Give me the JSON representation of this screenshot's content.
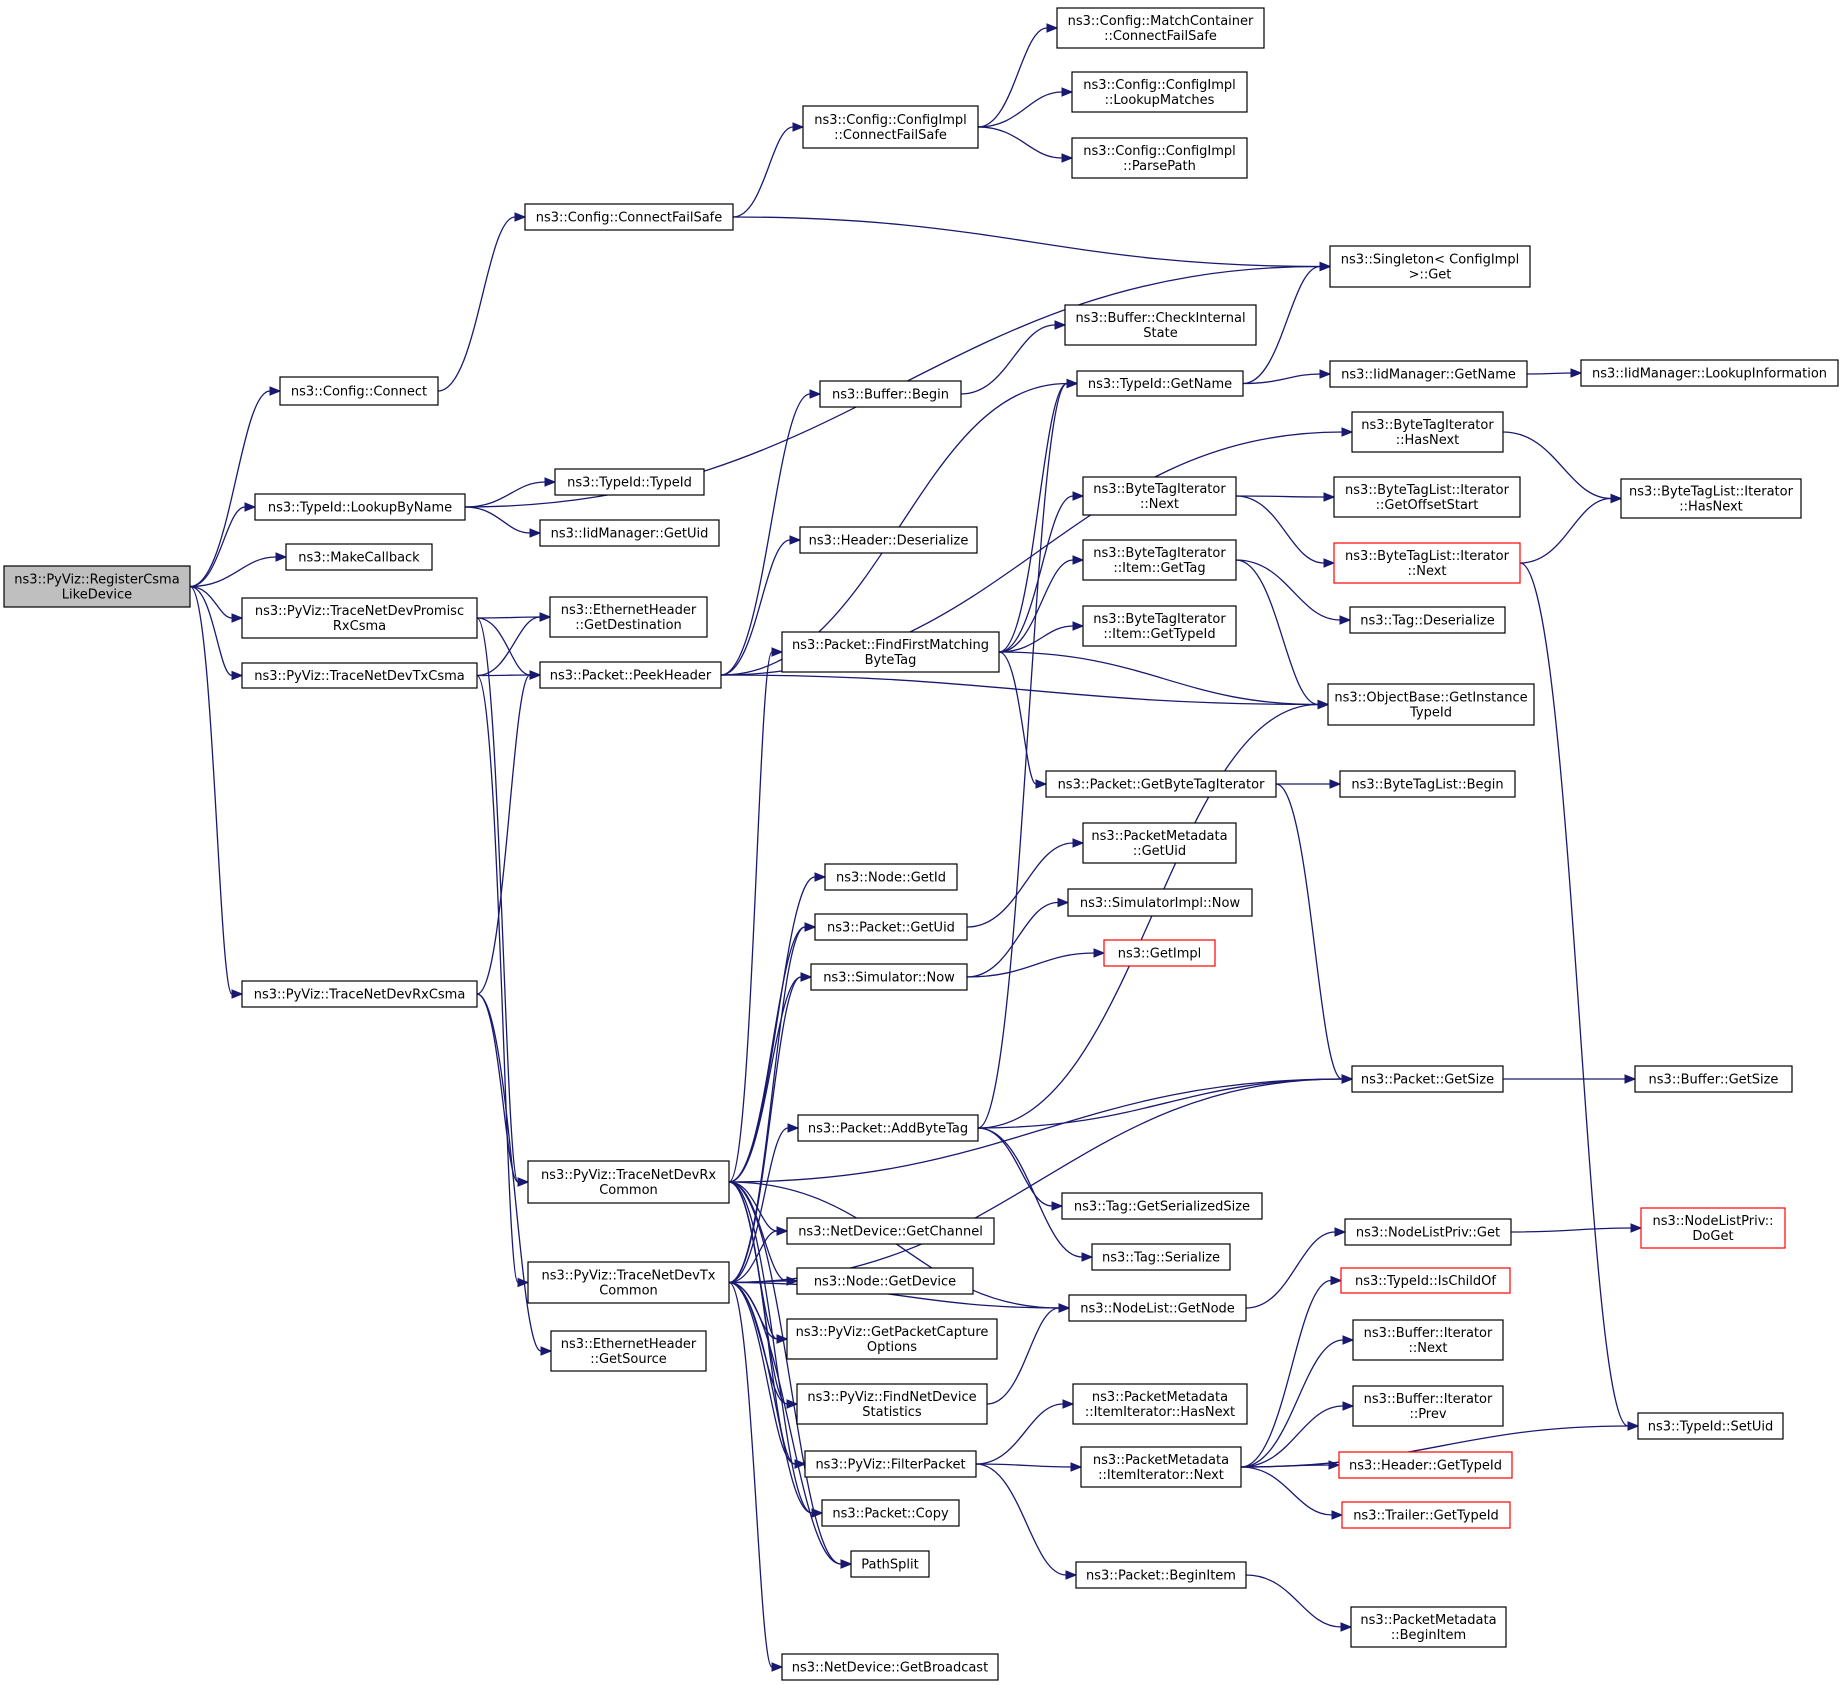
{
  "colors": {
    "edge": "#191970",
    "root_fill": "#bfbfbf",
    "truncated_border": "#ff0000",
    "border": "#000000"
  },
  "nodes": [
    {
      "id": "root",
      "lines": [
        "ns3::PyViz::RegisterCsma",
        "LikeDevice"
      ],
      "style": "root"
    },
    {
      "id": "cfg_connect",
      "lines": [
        "ns3::Config::Connect"
      ]
    },
    {
      "id": "cfg_cfs",
      "lines": [
        "ns3::Config::ConnectFailSafe"
      ]
    },
    {
      "id": "cfgimpl_cfs",
      "lines": [
        "ns3::Config::ConfigImpl",
        "::ConnectFailSafe"
      ]
    },
    {
      "id": "mc_cfs",
      "lines": [
        "ns3::Config::MatchContainer",
        "::ConnectFailSafe"
      ]
    },
    {
      "id": "cfgimpl_lm",
      "lines": [
        "ns3::Config::ConfigImpl",
        "::LookupMatches"
      ]
    },
    {
      "id": "cfgimpl_pp",
      "lines": [
        "ns3::Config::ConfigImpl",
        "::ParsePath"
      ]
    },
    {
      "id": "singleton",
      "lines": [
        "ns3::Singleton< ConfigImpl",
        ">::Get"
      ]
    },
    {
      "id": "typeid_lbn",
      "lines": [
        "ns3::TypeId::LookupByName"
      ]
    },
    {
      "id": "typeid_ctor",
      "lines": [
        "ns3::TypeId::TypeId"
      ]
    },
    {
      "id": "iid_getuid",
      "lines": [
        "ns3::IidManager::GetUid"
      ]
    },
    {
      "id": "makecb",
      "lines": [
        "ns3::MakeCallback"
      ]
    },
    {
      "id": "tnd_promisc",
      "lines": [
        "ns3::PyViz::TraceNetDevPromisc",
        "RxCsma"
      ]
    },
    {
      "id": "tnd_txcsma",
      "lines": [
        "ns3::PyViz::TraceNetDevTxCsma"
      ]
    },
    {
      "id": "eth_getdest",
      "lines": [
        "ns3::EthernetHeader",
        "::GetDestination"
      ]
    },
    {
      "id": "peekheader",
      "lines": [
        "ns3::Packet::PeekHeader"
      ]
    },
    {
      "id": "buf_begin",
      "lines": [
        "ns3::Buffer::Begin"
      ]
    },
    {
      "id": "buf_check",
      "lines": [
        "ns3::Buffer::CheckInternal",
        "State"
      ]
    },
    {
      "id": "hdr_deser",
      "lines": [
        "ns3::Header::Deserialize"
      ]
    },
    {
      "id": "typeid_getname",
      "lines": [
        "ns3::TypeId::GetName"
      ]
    },
    {
      "id": "iid_getname",
      "lines": [
        "ns3::IidManager::GetName"
      ]
    },
    {
      "id": "iid_lookupinfo",
      "lines": [
        "ns3::IidManager::LookupInformation"
      ]
    },
    {
      "id": "bti_hasnext",
      "lines": [
        "ns3::ByteTagIterator",
        "::HasNext"
      ]
    },
    {
      "id": "btl_it_hasnext",
      "lines": [
        "ns3::ByteTagList::Iterator",
        "::HasNext"
      ]
    },
    {
      "id": "bti_next",
      "lines": [
        "ns3::ByteTagIterator",
        "::Next"
      ]
    },
    {
      "id": "btl_it_getoff",
      "lines": [
        "ns3::ByteTagList::Iterator",
        "::GetOffsetStart"
      ]
    },
    {
      "id": "btl_it_next",
      "lines": [
        "ns3::ByteTagList::Iterator",
        "::Next"
      ],
      "style": "red"
    },
    {
      "id": "bti_item_gettag",
      "lines": [
        "ns3::ByteTagIterator",
        "::Item::GetTag"
      ]
    },
    {
      "id": "tag_deser",
      "lines": [
        "ns3::Tag::Deserialize"
      ]
    },
    {
      "id": "pkt_ffmbt",
      "lines": [
        "ns3::Packet::FindFirstMatching",
        "ByteTag"
      ]
    },
    {
      "id": "bti_item_gettypeid",
      "lines": [
        "ns3::ByteTagIterator",
        "::Item::GetTypeId"
      ]
    },
    {
      "id": "objbase",
      "lines": [
        "ns3::ObjectBase::GetInstance",
        "TypeId"
      ]
    },
    {
      "id": "pkt_getbti",
      "lines": [
        "ns3::Packet::GetByteTagIterator"
      ]
    },
    {
      "id": "btl_begin",
      "lines": [
        "ns3::ByteTagList::Begin"
      ]
    },
    {
      "id": "pm_getuid",
      "lines": [
        "ns3::PacketMetadata",
        "::GetUid"
      ]
    },
    {
      "id": "node_getid",
      "lines": [
        "ns3::Node::GetId"
      ]
    },
    {
      "id": "pkt_getuid",
      "lines": [
        "ns3::Packet::GetUid"
      ]
    },
    {
      "id": "simimpl_now",
      "lines": [
        "ns3::SimulatorImpl::Now"
      ]
    },
    {
      "id": "sim_now",
      "lines": [
        "ns3::Simulator::Now"
      ]
    },
    {
      "id": "getimpl",
      "lines": [
        "ns3::GetImpl"
      ],
      "style": "red"
    },
    {
      "id": "tnd_rxcsma",
      "lines": [
        "ns3::PyViz::TraceNetDevRxCsma"
      ]
    },
    {
      "id": "pkt_getsize",
      "lines": [
        "ns3::Packet::GetSize"
      ]
    },
    {
      "id": "buf_getsize",
      "lines": [
        "ns3::Buffer::GetSize"
      ]
    },
    {
      "id": "pkt_addbt",
      "lines": [
        "ns3::Packet::AddByteTag"
      ]
    },
    {
      "id": "tnd_rxcommon",
      "lines": [
        "ns3::PyViz::TraceNetDevRx",
        "Common"
      ]
    },
    {
      "id": "tag_getsersize",
      "lines": [
        "ns3::Tag::GetSerializedSize"
      ]
    },
    {
      "id": "nd_getchannel",
      "lines": [
        "ns3::NetDevice::GetChannel"
      ]
    },
    {
      "id": "tag_ser",
      "lines": [
        "ns3::Tag::Serialize"
      ]
    },
    {
      "id": "nlp_get",
      "lines": [
        "ns3::NodeListPriv::Get"
      ]
    },
    {
      "id": "nlp_doget",
      "lines": [
        "ns3::NodeListPriv::",
        "DoGet"
      ],
      "style": "red"
    },
    {
      "id": "tnd_txcommon",
      "lines": [
        "ns3::PyViz::TraceNetDevTx",
        "Common"
      ]
    },
    {
      "id": "node_getdevice",
      "lines": [
        "ns3::Node::GetDevice"
      ]
    },
    {
      "id": "nl_getnode",
      "lines": [
        "ns3::NodeList::GetNode"
      ]
    },
    {
      "id": "typeid_ischildof",
      "lines": [
        "ns3::TypeId::IsChildOf"
      ],
      "style": "red"
    },
    {
      "id": "eth_getsrc",
      "lines": [
        "ns3::EthernetHeader",
        "::GetSource"
      ]
    },
    {
      "id": "pyviz_gpco",
      "lines": [
        "ns3::PyViz::GetPacketCapture",
        "Options"
      ]
    },
    {
      "id": "buf_it_next",
      "lines": [
        "ns3::Buffer::Iterator",
        "::Next"
      ]
    },
    {
      "id": "pm_ii_hasnext",
      "lines": [
        "ns3::PacketMetadata",
        "::ItemIterator::HasNext"
      ]
    },
    {
      "id": "pyviz_fnds",
      "lines": [
        "ns3::PyViz::FindNetDevice",
        "Statistics"
      ]
    },
    {
      "id": "buf_it_prev",
      "lines": [
        "ns3::Buffer::Iterator",
        "::Prev"
      ]
    },
    {
      "id": "typeid_setuid",
      "lines": [
        "ns3::TypeId::SetUid"
      ]
    },
    {
      "id": "pm_ii_next",
      "lines": [
        "ns3::PacketMetadata",
        "::ItemIterator::Next"
      ]
    },
    {
      "id": "pyviz_filter",
      "lines": [
        "ns3::PyViz::FilterPacket"
      ]
    },
    {
      "id": "hdr_gettypeid",
      "lines": [
        "ns3::Header::GetTypeId"
      ],
      "style": "red"
    },
    {
      "id": "trl_gettypeid",
      "lines": [
        "ns3::Trailer::GetTypeId"
      ],
      "style": "red"
    },
    {
      "id": "pkt_copy",
      "lines": [
        "ns3::Packet::Copy"
      ]
    },
    {
      "id": "pathsplit",
      "lines": [
        "PathSplit"
      ]
    },
    {
      "id": "pkt_beginitem",
      "lines": [
        "ns3::Packet::BeginItem"
      ]
    },
    {
      "id": "pm_beginitem",
      "lines": [
        "ns3::PacketMetadata",
        "::BeginItem"
      ]
    },
    {
      "id": "nd_getbcast",
      "lines": [
        "ns3::NetDevice::GetBroadcast"
      ]
    }
  ],
  "edges": [
    [
      "root",
      "cfg_connect"
    ],
    [
      "root",
      "typeid_lbn"
    ],
    [
      "root",
      "makecb"
    ],
    [
      "root",
      "tnd_promisc"
    ],
    [
      "root",
      "tnd_txcsma"
    ],
    [
      "root",
      "tnd_rxcsma"
    ],
    [
      "cfg_connect",
      "cfg_cfs"
    ],
    [
      "cfg_cfs",
      "cfgimpl_cfs"
    ],
    [
      "cfg_cfs",
      "singleton"
    ],
    [
      "cfgimpl_cfs",
      "mc_cfs"
    ],
    [
      "cfgimpl_cfs",
      "cfgimpl_lm"
    ],
    [
      "cfgimpl_cfs",
      "cfgimpl_pp"
    ],
    [
      "typeid_lbn",
      "singleton"
    ],
    [
      "typeid_lbn",
      "typeid_ctor"
    ],
    [
      "typeid_lbn",
      "iid_getuid"
    ],
    [
      "tnd_promisc",
      "eth_getdest"
    ],
    [
      "tnd_promisc",
      "peekheader"
    ],
    [
      "tnd_promisc",
      "tnd_rxcommon"
    ],
    [
      "tnd_txcsma",
      "eth_getdest"
    ],
    [
      "tnd_txcsma",
      "peekheader"
    ],
    [
      "tnd_txcsma",
      "tnd_txcommon"
    ],
    [
      "tnd_rxcsma",
      "peekheader"
    ],
    [
      "tnd_rxcsma",
      "tnd_rxcommon"
    ],
    [
      "tnd_rxcsma",
      "eth_getsrc"
    ],
    [
      "peekheader",
      "buf_begin"
    ],
    [
      "peekheader",
      "hdr_deser"
    ],
    [
      "peekheader",
      "typeid_getname"
    ],
    [
      "peekheader",
      "bti_hasnext"
    ],
    [
      "peekheader",
      "objbase"
    ],
    [
      "buf_begin",
      "buf_check"
    ],
    [
      "typeid_getname",
      "singleton"
    ],
    [
      "typeid_getname",
      "iid_getname"
    ],
    [
      "iid_getname",
      "iid_lookupinfo"
    ],
    [
      "bti_hasnext",
      "btl_it_hasnext"
    ],
    [
      "bti_next",
      "btl_it_getoff"
    ],
    [
      "bti_next",
      "btl_it_next"
    ],
    [
      "btl_it_next",
      "btl_it_hasnext"
    ],
    [
      "btl_it_next",
      "typeid_setuid"
    ],
    [
      "bti_item_gettag",
      "tag_deser"
    ],
    [
      "bti_item_gettag",
      "objbase"
    ],
    [
      "pkt_ffmbt",
      "typeid_getname"
    ],
    [
      "pkt_ffmbt",
      "bti_next"
    ],
    [
      "pkt_ffmbt",
      "bti_item_gettag"
    ],
    [
      "pkt_ffmbt",
      "bti_item_gettypeid"
    ],
    [
      "pkt_ffmbt",
      "objbase"
    ],
    [
      "pkt_ffmbt",
      "pkt_getbti"
    ],
    [
      "pkt_getbti",
      "btl_begin"
    ],
    [
      "pkt_getbti",
      "pkt_getsize"
    ],
    [
      "pkt_getuid",
      "pm_getuid"
    ],
    [
      "sim_now",
      "simimpl_now"
    ],
    [
      "sim_now",
      "getimpl"
    ],
    [
      "pkt_getsize",
      "buf_getsize"
    ],
    [
      "pkt_addbt",
      "typeid_getname"
    ],
    [
      "pkt_addbt",
      "objbase"
    ],
    [
      "pkt_addbt",
      "pkt_getsize"
    ],
    [
      "pkt_addbt",
      "tag_getsersize"
    ],
    [
      "pkt_addbt",
      "tag_ser"
    ],
    [
      "tnd_rxcommon",
      "pkt_ffmbt"
    ],
    [
      "tnd_rxcommon",
      "node_getid"
    ],
    [
      "tnd_rxcommon",
      "pkt_getuid"
    ],
    [
      "tnd_rxcommon",
      "sim_now"
    ],
    [
      "tnd_rxcommon",
      "pkt_getsize"
    ],
    [
      "tnd_rxcommon",
      "nd_getchannel"
    ],
    [
      "tnd_rxcommon",
      "node_getdevice"
    ],
    [
      "tnd_rxcommon",
      "nl_getnode"
    ],
    [
      "tnd_rxcommon",
      "pyviz_gpco"
    ],
    [
      "tnd_rxcommon",
      "pyviz_fnds"
    ],
    [
      "tnd_rxcommon",
      "pyviz_filter"
    ],
    [
      "tnd_rxcommon",
      "pkt_copy"
    ],
    [
      "tnd_rxcommon",
      "pathsplit"
    ],
    [
      "tnd_txcommon",
      "pkt_addbt"
    ],
    [
      "tnd_txcommon",
      "pkt_getuid"
    ],
    [
      "tnd_txcommon",
      "sim_now"
    ],
    [
      "tnd_txcommon",
      "pkt_getsize"
    ],
    [
      "tnd_txcommon",
      "nd_getchannel"
    ],
    [
      "tnd_txcommon",
      "node_getdevice"
    ],
    [
      "tnd_txcommon",
      "nl_getnode"
    ],
    [
      "tnd_txcommon",
      "pyviz_gpco"
    ],
    [
      "tnd_txcommon",
      "pyviz_fnds"
    ],
    [
      "tnd_txcommon",
      "pyviz_filter"
    ],
    [
      "tnd_txcommon",
      "pkt_copy"
    ],
    [
      "tnd_txcommon",
      "pathsplit"
    ],
    [
      "tnd_txcommon",
      "nd_getbcast"
    ],
    [
      "nl_getnode",
      "nlp_get"
    ],
    [
      "nlp_get",
      "nlp_doget"
    ],
    [
      "pyviz_fnds",
      "nl_getnode"
    ],
    [
      "pyviz_filter",
      "pm_ii_hasnext"
    ],
    [
      "pyviz_filter",
      "pm_ii_next"
    ],
    [
      "pyviz_filter",
      "pkt_beginitem"
    ],
    [
      "pm_ii_next",
      "typeid_ischildof"
    ],
    [
      "pm_ii_next",
      "buf_it_next"
    ],
    [
      "pm_ii_next",
      "buf_it_prev"
    ],
    [
      "pm_ii_next",
      "hdr_gettypeid"
    ],
    [
      "pm_ii_next",
      "trl_gettypeid"
    ],
    [
      "pm_ii_next",
      "typeid_setuid"
    ],
    [
      "pkt_beginitem",
      "pm_beginitem"
    ]
  ]
}
